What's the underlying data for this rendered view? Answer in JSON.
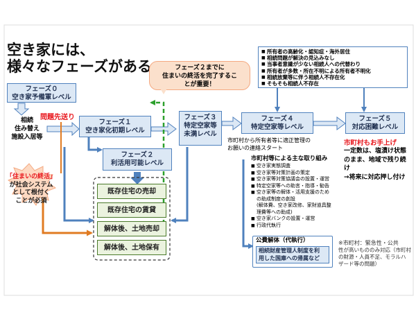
{
  "title": {
    "line1": "空き家には、",
    "line2": "様々なフェーズがある"
  },
  "callout_top": {
    "line1": "フェーズ２までに",
    "line2": "住まいの終活を完了するこ",
    "line3": "とが重要！"
  },
  "causes": [
    "所有者の高齢化・認知症・海外居住",
    "相続問題が解決の見込みなし",
    "当事者意識が少ない相続人への代替わり",
    "所有者が多数・所在不明による所有者不明化",
    "相続放棄等に伴う相続人不存在化",
    "そもそも相続人不存在"
  ],
  "phase0": {
    "line1": "フェーズ０",
    "line2": "空き家予備軍レベル"
  },
  "phase1": {
    "line1": "フェーズ１",
    "line2": "空き家化初期レベル"
  },
  "phase2": {
    "line1": "フェーズ２",
    "line2": "利活用可能レベル"
  },
  "phase3": {
    "line1": "フェーズ３",
    "line2": "特定空家等",
    "line3": "未満レベル"
  },
  "phase4": {
    "line1": "フェーズ４",
    "line2": "特定空家等レベル"
  },
  "phase5": {
    "line1": "フェーズ５",
    "line2": "対応困難レベル"
  },
  "left_note": {
    "line1": "相続",
    "line2": "住み替え",
    "line3": "施設入居等"
  },
  "mondai": "問題先送り",
  "burst": {
    "line1": "「住まいの終活」",
    "line2": "が社会システム",
    "line3": "として根付く",
    "line4": "ことが必須"
  },
  "options": [
    "既存住宅の売却",
    "既存住宅の賃貸",
    "解体後、土地売却",
    "解体後、土地保有"
  ],
  "municipal_request": {
    "line1": "市町村から所有者等に適正管理の",
    "line2": "お願いの連絡スタート"
  },
  "measures": {
    "title": "市町村等による主な取り組み",
    "items": [
      "空き家実態調査",
      "空き家等対策計画の策定",
      "空き家等対策協議会の設置・運営",
      "特定空家等への助言・指導・勧告",
      "空き家等の解体・活用支援のため",
      "の助成制度の創設",
      "(解体費、空き家改修、家財道具整",
      "理費等への助成)",
      "空き家バンクの設置・運営",
      "行政代執行"
    ]
  },
  "kaitai": {
    "title": "公費解体（代執行）",
    "line1": "相続財産管理人制度を利",
    "line2": "用した国庫への帰属など"
  },
  "shichoson_te": "市町村もお手上げ",
  "phase5_note": {
    "line1": "一定数は、塩漬け状態",
    "line2": "のまま、地域で残り続",
    "line3": "け",
    "line4": "→将来に対応押し付け"
  },
  "footnote": {
    "line1": "※市町村：緊急性・公共",
    "line2": "性が高いもののみ対応（市町村",
    "line3": "の財源・人員不足、モラルハ",
    "line4": "ザード等の問題）"
  },
  "colors": {
    "phase_fill": "#dce8f5",
    "phase_border": "#4f81bd",
    "arrow_blue": "#4f81bd",
    "green_fill": "#ebf3df",
    "green_arrow": "#2ca02c",
    "orange": "#e07b22",
    "red_text": "#e8151b"
  }
}
